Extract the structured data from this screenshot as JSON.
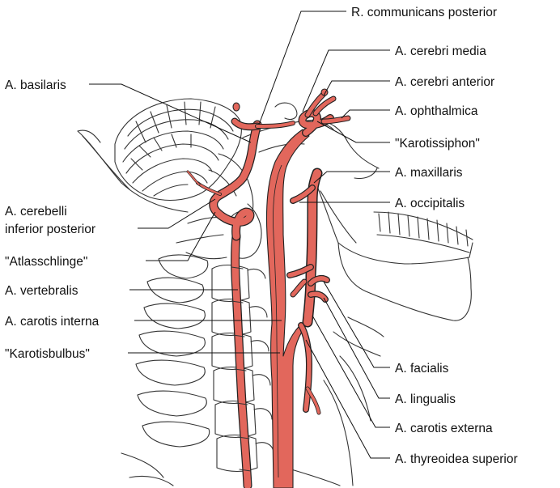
{
  "labels": {
    "r_communicans_posterior": "R. communicans posterior",
    "a_cerebri_media": "A. cerebri media",
    "a_cerebri_anterior": "A. cerebri anterior",
    "a_ophthalmica": "A. ophthalmica",
    "karotissiphon": "\"Karotissiphon\"",
    "a_maxillaris": "A. maxillaris",
    "a_occipitalis": "A. occipitalis",
    "a_basilaris": "A. basilaris",
    "a_cerebelli_line1": "A. cerebelli",
    "a_cerebelli_line2": "inferior posterior",
    "atlasschlinge": "\"Atlasschlinge\"",
    "a_vertebralis": "A. vertebralis",
    "a_carotis_interna": "A. carotis interna",
    "karotisbulbus": "\"Karotisbulbus\"",
    "a_facialis": "A. facialis",
    "a_lingualis": "A. lingualis",
    "a_carotis_externa": "A. carotis externa",
    "a_thyreoidea_superior": "A. thyreoidea superior"
  },
  "colors": {
    "artery": "#e2675c",
    "outline": "#222222",
    "background": "#ffffff"
  }
}
